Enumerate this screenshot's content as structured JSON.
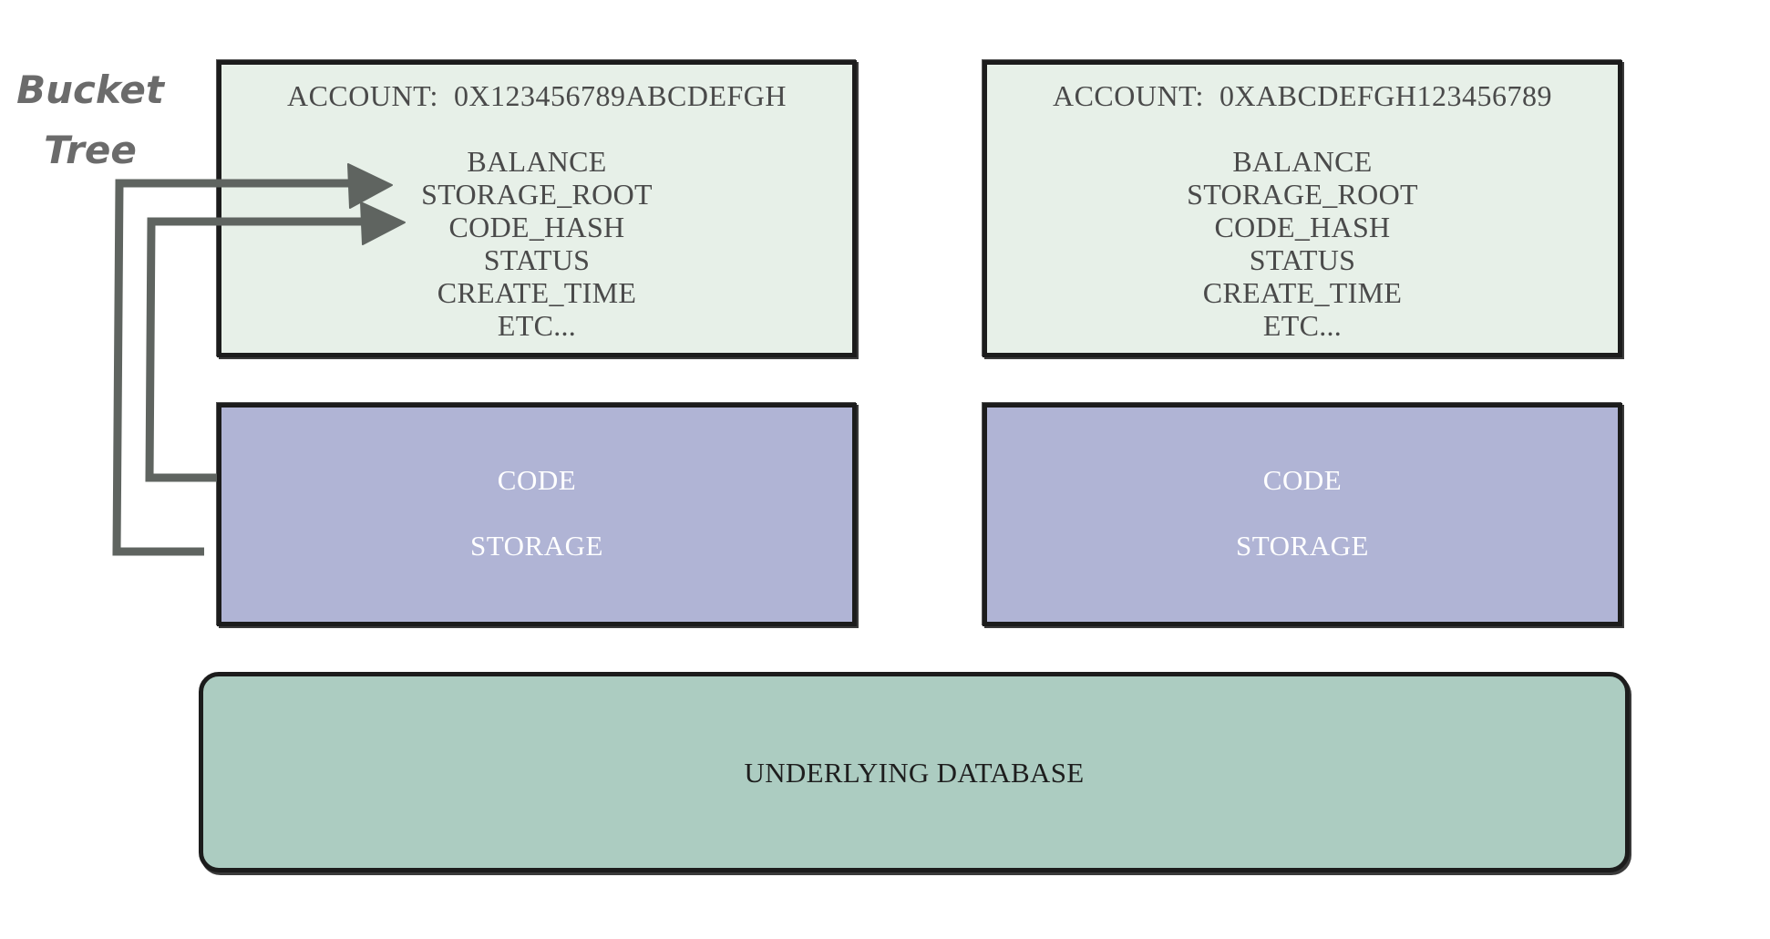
{
  "bucket_tree": {
    "line1": "Bucket",
    "line2": "Tree"
  },
  "accounts": [
    {
      "title": "ACCOUNT:  0X123456789ABCDEFGH",
      "fields": [
        "BALANCE",
        "STORAGE_ROOT",
        "CODE_HASH",
        "STATUS",
        "CREATE_TIME",
        "ETC..."
      ],
      "code_label": "CODE",
      "storage_label": "STORAGE"
    },
    {
      "title": "ACCOUNT:  0XABCDEFGH123456789",
      "fields": [
        "BALANCE",
        "STORAGE_ROOT",
        "CODE_HASH",
        "STATUS",
        "CREATE_TIME",
        "ETC..."
      ],
      "code_label": "CODE",
      "storage_label": "STORAGE"
    }
  ],
  "database": {
    "label": "UNDERLYING DATABASE"
  },
  "colors": {
    "account_fill": "#e7f0e8",
    "code_storage_fill": "#b0b4d5",
    "database_fill": "#acccc1",
    "arrow": "#5f6460",
    "border": "#1c1c1c"
  }
}
